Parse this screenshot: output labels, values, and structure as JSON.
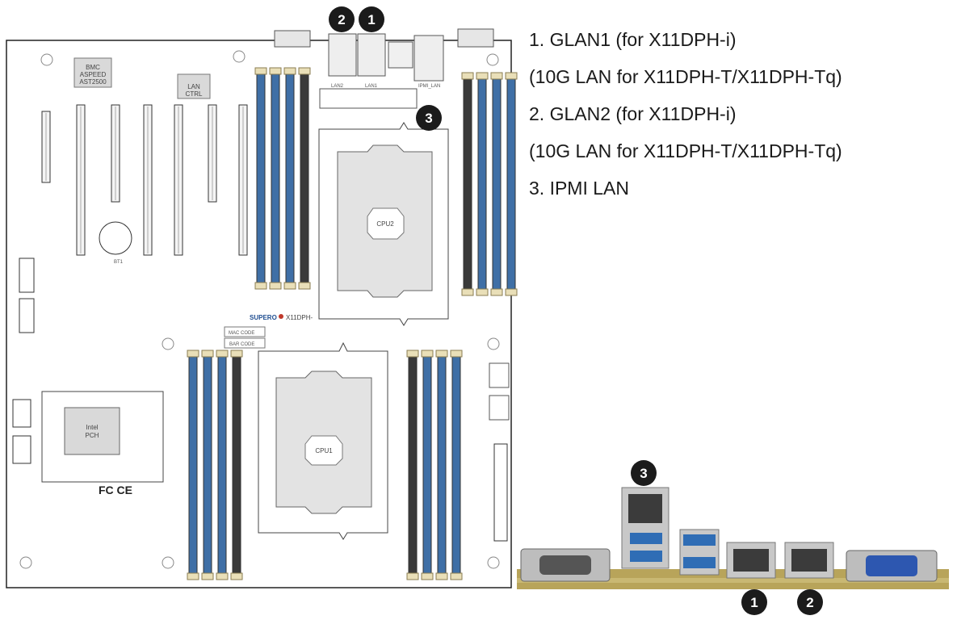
{
  "legend": [
    "1. GLAN1 (for X11DPH-i)",
    "(10G LAN for X11DPH-T/X11DPH-Tq)",
    "2. GLAN2  (for X11DPH-i)",
    "(10G LAN for X11DPH-T/X11DPH-Tq)",
    "3. IPMI LAN"
  ],
  "callouts": {
    "board_lan1": "1",
    "board_lan2": "2",
    "board_ipmi": "3",
    "io_ipmi": "3",
    "io_lan1": "1",
    "io_lan2": "2"
  },
  "board": {
    "bmc_label": "BMC\nASPEED\nAST2500",
    "lan_ctrl_label": "LAN\nCTRL",
    "cpu1_label": "CPU1",
    "cpu2_label": "CPU2",
    "pch_label": "Intel\nPCH",
    "brand_text": "SUPERO",
    "model_text": "X11DPH-",
    "mac_code": "MAC CODE",
    "bar_code": "BAR CODE",
    "fcc_ce": "FC CE",
    "lan2_label": "LAN2",
    "lan1_label": "LAN1",
    "ipmi_lan_label": "IPMI_LAN",
    "bt1_label": "BT1"
  },
  "colors": {
    "callout_fill": "#1b1b1b",
    "dimm_blue": "#3f6fa6",
    "dimm_black": "#3a3a3a",
    "dimm_tan": "#e9dfb8",
    "usb_blue": "#2f6db5",
    "bracket_gold": "#b8a45a"
  }
}
